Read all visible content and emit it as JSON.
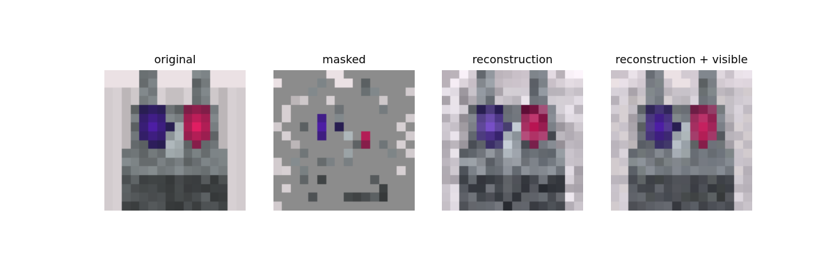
{
  "panels": [
    {
      "title": "original"
    },
    {
      "title": "masked"
    },
    {
      "title": "reconstruction"
    },
    {
      "title": "reconstruction + visible"
    }
  ]
}
